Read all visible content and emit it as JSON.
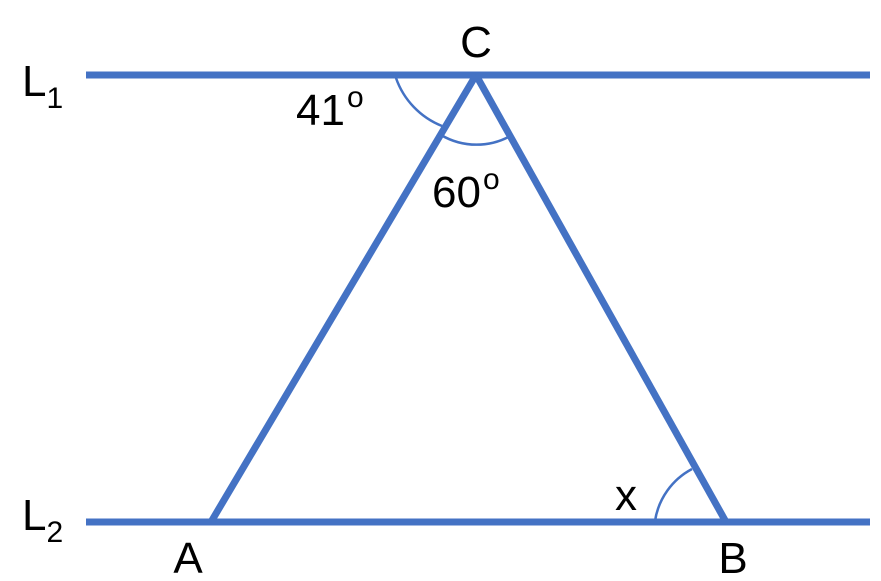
{
  "lines": {
    "top": {
      "name": "L",
      "subscript": "1"
    },
    "bottom": {
      "name": "L",
      "subscript": "2"
    }
  },
  "vertices": {
    "a": "A",
    "b": "B",
    "c": "C"
  },
  "angles": {
    "left_at_c": {
      "value": "41",
      "unit": "o"
    },
    "apex_at_c": {
      "value": "60",
      "unit": "o"
    },
    "at_b": "x"
  },
  "colors": {
    "line": "#4472C4",
    "text": "#000000"
  }
}
